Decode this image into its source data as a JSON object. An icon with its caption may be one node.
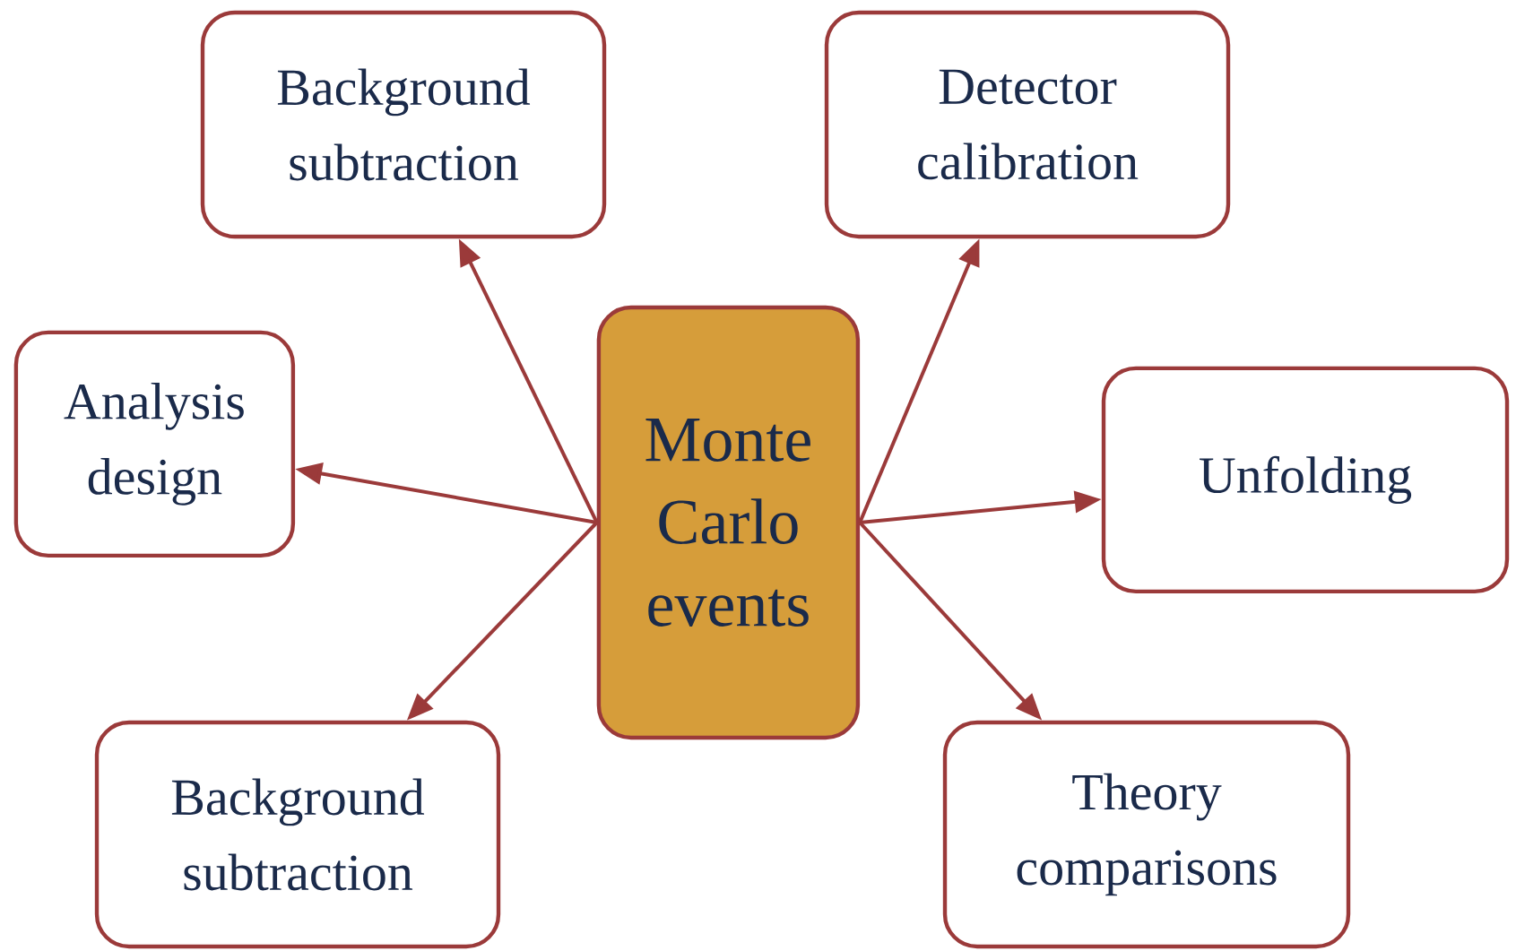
{
  "diagram": {
    "nodes": [
      {
        "text": [
          "Monte Carlo events"
        ]
      },
      {
        "text": [
          "Background subtraction"
        ]
      },
      {
        "text": [
          "Detector calibration"
        ]
      },
      {
        "text": [
          "Analysis design"
        ]
      },
      {
        "text": [
          "Unfolding"
        ]
      },
      {
        "text": [
          "Background subtraction"
        ]
      },
      {
        "text": [
          "Theory comparisons"
        ]
      }
    ],
    "edges": [
      {
        "from": 0,
        "to": 1,
        "arrow": "to"
      },
      {
        "from": 0,
        "to": 2,
        "arrow": "to"
      },
      {
        "from": 0,
        "to": 3,
        "arrow": "to"
      },
      {
        "from": 0,
        "to": 4,
        "arrow": "to"
      },
      {
        "from": 0,
        "to": 5,
        "arrow": "to"
      },
      {
        "from": 0,
        "to": 6,
        "arrow": "to"
      }
    ]
  }
}
